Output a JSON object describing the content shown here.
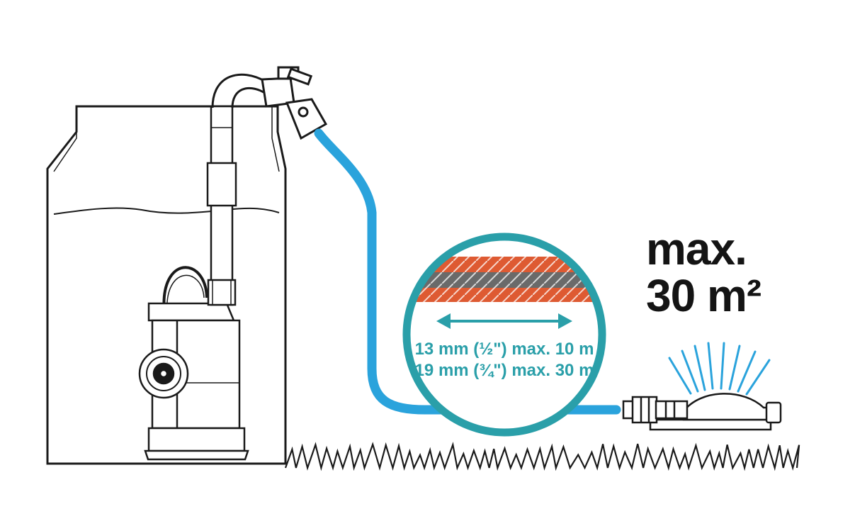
{
  "area_label": {
    "line1": "max.",
    "line2": "30 m²"
  },
  "hose_info": {
    "row1": "13 mm (½\") max. 10 m",
    "row2": "19 mm (¾\") max. 30 m"
  },
  "colors": {
    "hose": "#2aa3dc",
    "teal": "#2a9fa9",
    "hose_layer_orange": "#de5a32",
    "hose_layer_grey": "#6a6a6a",
    "ink": "#1a1a1a"
  },
  "icons": [
    "water-tank",
    "submersible-pump",
    "tap-valve",
    "garden-hose",
    "hose-cross-section",
    "sprinkler",
    "grass"
  ]
}
